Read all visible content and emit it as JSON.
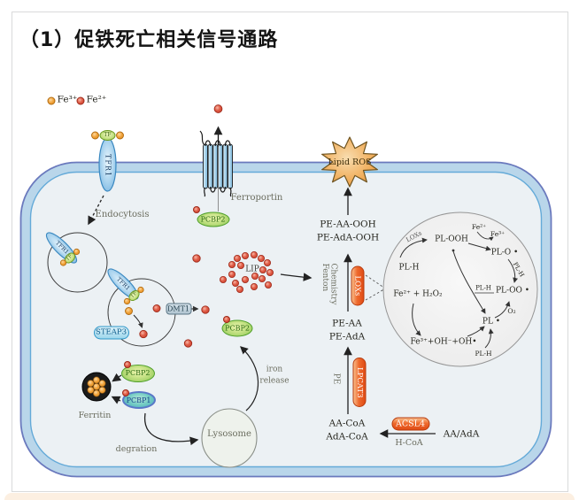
{
  "title": "（1）促铁死亡相关信号通路",
  "legend": {
    "fe3": "Fe³⁺",
    "fe2": "Fe²⁺"
  },
  "cell": {
    "transporters": {
      "tfr1": "TFR1",
      "tf": "TF",
      "ferroportin": "Ferroportin",
      "dmt1": "DMT1",
      "steap3": "STEAP3"
    },
    "chaperones": {
      "pcbp2": "PCBP2",
      "pcbp1": "PCBP1"
    },
    "organelles": {
      "ferritin": "Ferritin",
      "lysosome": "Lysosome",
      "lip": "LIP"
    },
    "labels": {
      "endocytosis": "Endocytosis",
      "iron_release_line1": "iron",
      "iron_release_line2": "release",
      "degration": "degration"
    }
  },
  "pathway": {
    "lipid_ros": "Lipid ROS",
    "pe_aa_ooh": "PE-AA-OOH",
    "pe_ada_ooh": "PE-AdA-OOH",
    "fenton_line1": "Fenton",
    "fenton_line2": "Chemistry",
    "loxs": "LOXs",
    "pe_aa": "PE-AA",
    "pe_ada": "PE-AdA",
    "pe": "PE",
    "lpcat3": "LPCAT3",
    "aa_coa": "AA-CoA",
    "ada_coa": "AdA-CoA",
    "acsl4": "ACSL4",
    "h_coa": "H-CoA",
    "aa_ada": "AA/AdA"
  },
  "cycle": {
    "loxs_small": "LOXs",
    "pl_h_left": "PL-H",
    "pl_ooh": "PL-OOH",
    "fe2": "Fe²⁺",
    "fe3": "Fe³⁺",
    "pl_o": "PL-O •",
    "pl_h_right": "PL-H",
    "pl_oo": "PL-OO •",
    "o2": "O₂",
    "pl": "PL •",
    "pl_h_mid": "PL-H",
    "pl_h_bottom": "PL-H",
    "fenton_reactants": "Fe²⁺ + H₂O₂",
    "fenton_products": "Fe³⁺+OH⁻+OH•"
  },
  "colors": {
    "membrane_outer": "#6a79bd",
    "membrane_band": "#b9d6ea",
    "membrane_inner": "#64aad8",
    "cytosol": "#ecf1f4",
    "enzyme_pill": "#e8551f",
    "fe3_dot": "#f2a43c",
    "fe2_dot": "#d9503a",
    "lipid_ros_fill": "#efa953",
    "bottom_strip": "#fcefe1"
  }
}
